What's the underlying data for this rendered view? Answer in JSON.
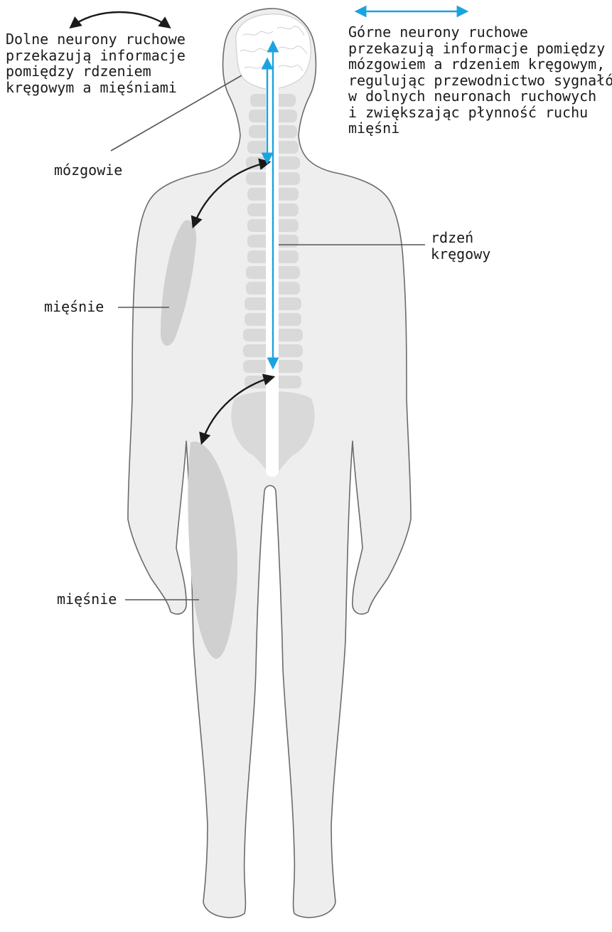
{
  "legend": {
    "lower": {
      "lines": [
        "Dolne neurony ruchowe",
        "przekazują informacje",
        "pomiędzy rdzeniem",
        "kręgowym a mięśniami"
      ],
      "arrow_color": "#1a1a1a"
    },
    "upper": {
      "lines": [
        "Górne neurony ruchowe",
        "przekazują informacje pomiędzy",
        "mózgowiem a rdzeniem kręgowym,",
        "regulując przewodnictwo sygnałów",
        "w dolnych neuronach ruchowych",
        "i zwiększając płynność ruchu",
        "mięśni"
      ],
      "arrow_color": "#1aa3e0"
    }
  },
  "labels": {
    "brain": "mózgowie",
    "spinal_cord": [
      "rdzeń",
      "kręgowy"
    ],
    "muscle_arm": "mięśnie",
    "muscle_thigh": "mięśnie"
  },
  "colors": {
    "body_fill": "#eeeeee",
    "body_stroke": "#6b6b6b",
    "skeleton": "#d9d9d9",
    "muscle": "#d0d0d0",
    "leader": "#555555"
  }
}
